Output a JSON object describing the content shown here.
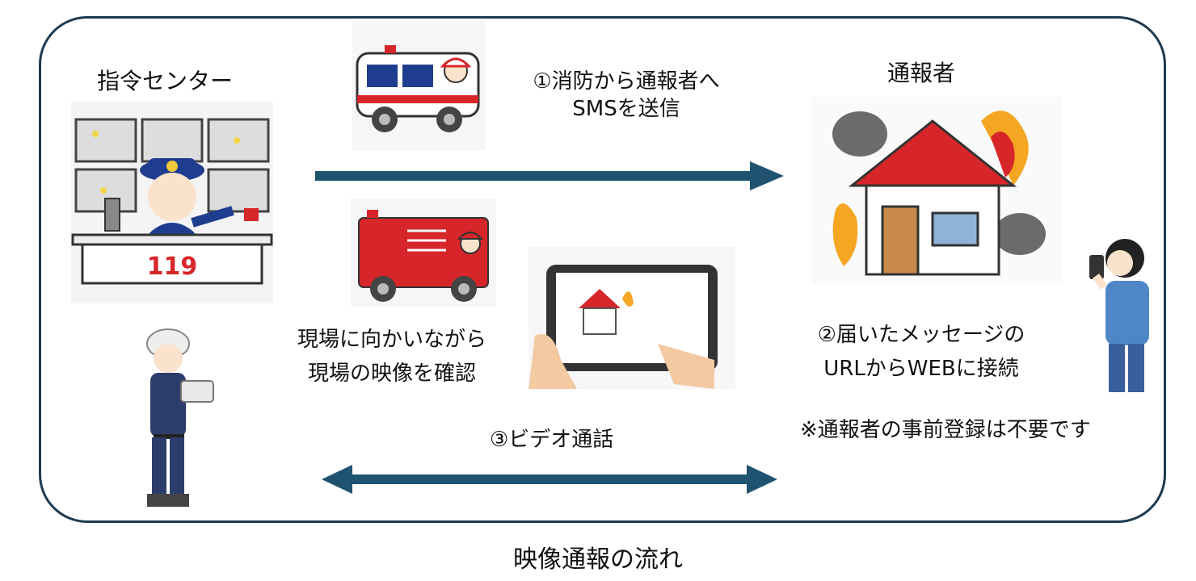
{
  "diagram": {
    "caption": "映像通報の流れ",
    "command_center": {
      "label": "指令センター",
      "desk_number": "119"
    },
    "caller": {
      "label": "通報者"
    },
    "steps": {
      "step1_line1": "①消防から通報者へ",
      "step1_line2": "SMSを送信",
      "step2_line1": "②届いたメッセージの",
      "step2_line2": "URLからWEBに接続",
      "step3": "③ビデオ通話"
    },
    "note": "※通報者の事前登録は不要です",
    "field_text": {
      "line1": "現場に向かいながら",
      "line2": "現場の映像を確認"
    },
    "colors": {
      "arrow": "#1f5370",
      "frame": "#1f3a4d",
      "fire_red": "#d7262a",
      "flame_orange": "#f5a623"
    }
  }
}
